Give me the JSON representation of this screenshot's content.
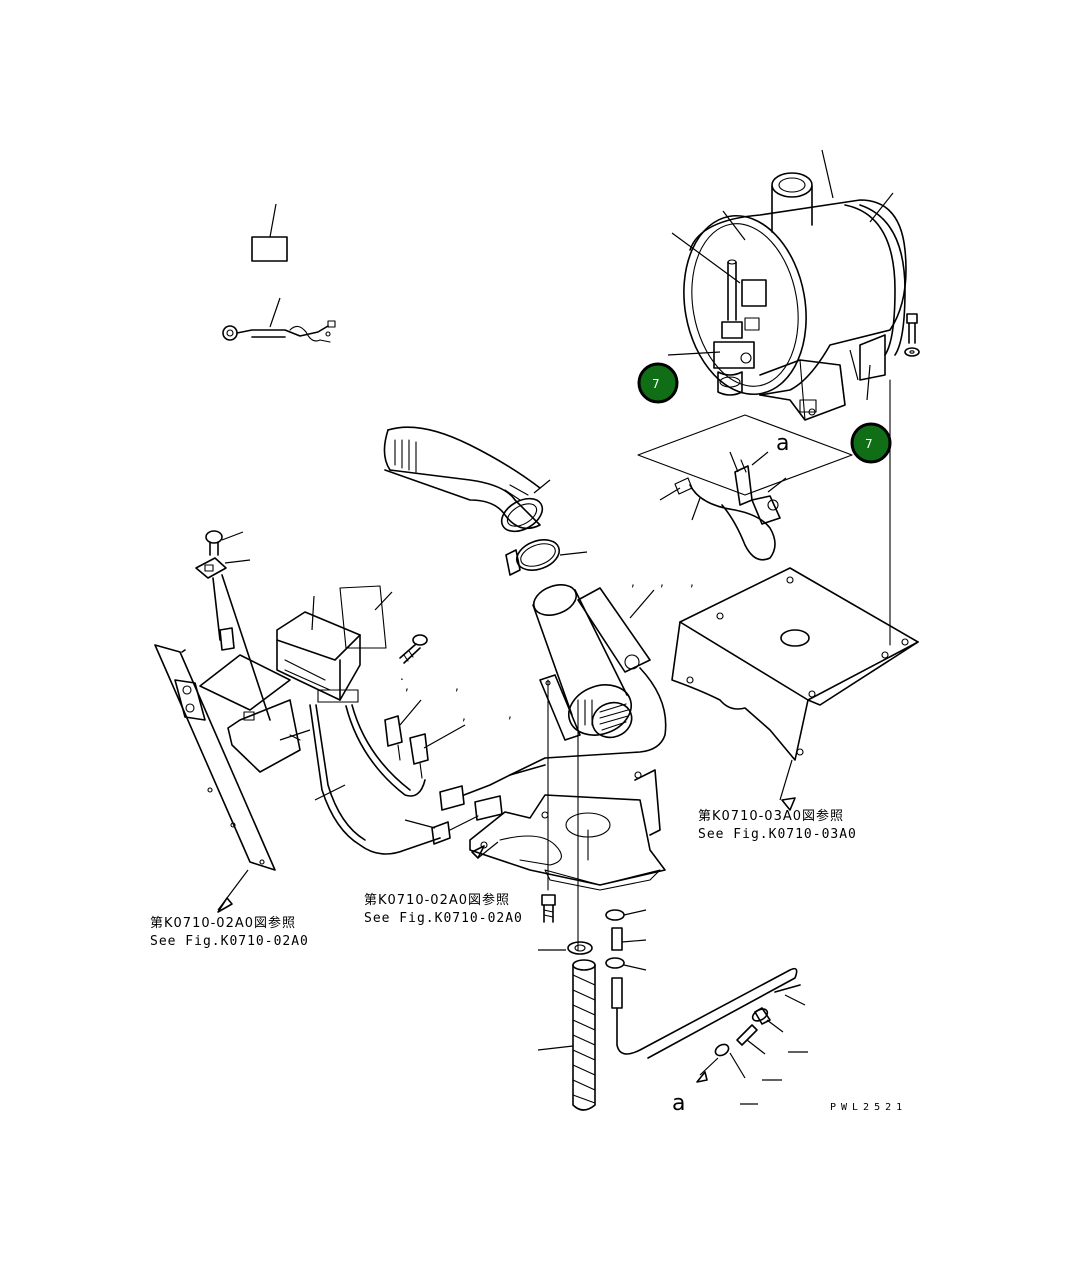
{
  "diagram": {
    "markers": [
      {
        "label": "7"
      },
      {
        "label": "7"
      }
    ],
    "refs": [
      {
        "jp": "第K0710-03A0図参照",
        "en": "See Fig.K0710-03A0"
      },
      {
        "jp": "第K0710-02A0図参照",
        "en": "See Fig.K0710-02A0"
      },
      {
        "jp": "第K0710-02A0図参照",
        "en": "See Fig.K0710-02A0"
      }
    ],
    "letters": {
      "a_upper": "a",
      "a_lower": "a"
    },
    "drawing_code": "PWL2521"
  }
}
